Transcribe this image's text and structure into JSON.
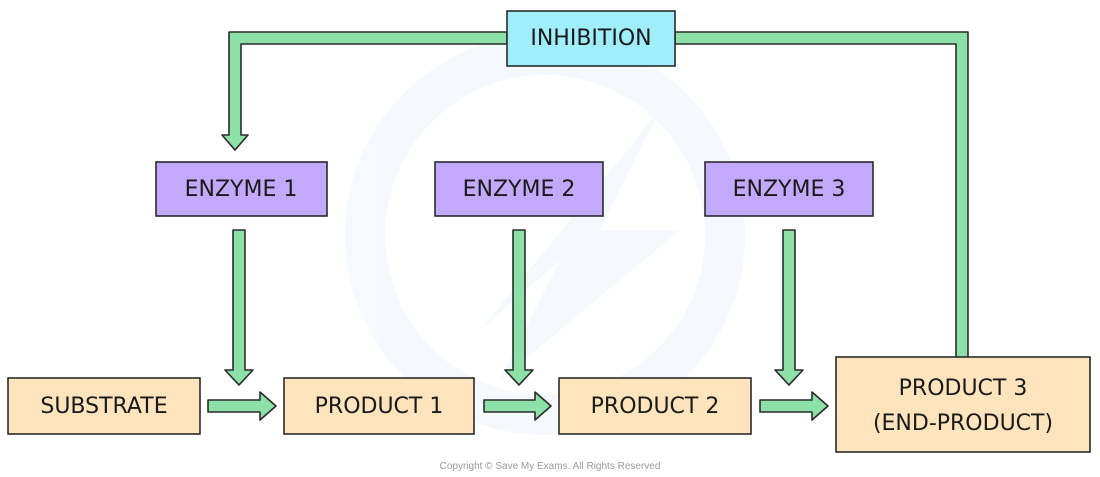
{
  "colors": {
    "arrow": "#8ce0a8",
    "inhibition": "#a0eefc",
    "enzyme": "#c3a9fb",
    "product": "#fde4bd",
    "outline": "#2b2b2b"
  },
  "inhibition": {
    "label": "INHIBITION"
  },
  "enzymes": [
    {
      "label": "ENZYME 1"
    },
    {
      "label": "ENZYME 2"
    },
    {
      "label": "ENZYME 3"
    }
  ],
  "chain": [
    {
      "label": "SUBSTRATE"
    },
    {
      "label": "PRODUCT 1"
    },
    {
      "label": "PRODUCT 2"
    },
    {
      "label": "PRODUCT 3",
      "sublabel": "(END-PRODUCT)"
    }
  ],
  "copyright": "Copyright © Save My Exams. All Rights Reserved"
}
